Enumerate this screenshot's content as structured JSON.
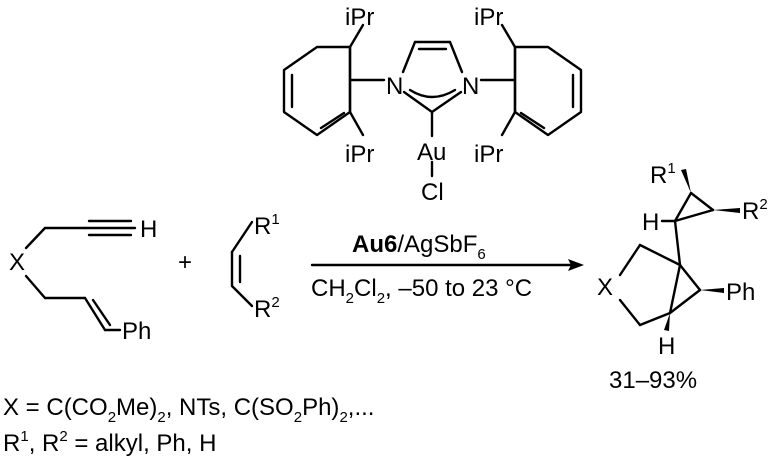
{
  "catalyst": {
    "ipr_top_left": "iPr",
    "ipr_top_right": "iPr",
    "ipr_bottom_left": "iPr",
    "ipr_bottom_right": "iPr",
    "n_left": "N",
    "n_right": "N",
    "metal": "Au",
    "halide": "Cl"
  },
  "reactant1": {
    "x_label": "X",
    "h_label": "H",
    "ph_label": "Ph"
  },
  "plus_sign": "+",
  "reactant2": {
    "r1_label": "R",
    "r1_sup": "1",
    "r2_label": "R",
    "r2_sup": "2"
  },
  "conditions": {
    "catalyst_bold": "Au6",
    "catalyst_rest": "/AgSbF",
    "catalyst_sub": "6",
    "solvent_pre": "CH",
    "solvent_sub1": "2",
    "solvent_mid": "Cl",
    "solvent_sub2": "2",
    "temperature": ", –50 to 23 °C"
  },
  "product": {
    "r1_label": "R",
    "r1_sup": "1",
    "r2_label": "R",
    "r2_sup": "2",
    "h_top": "H",
    "x_label": "X",
    "ph_label": "Ph",
    "h_bottom": "H",
    "yield": "31–93%"
  },
  "footnote": {
    "line1": {
      "a": "X = C(CO",
      "s1": "2",
      "b": "Me)",
      "s2": "2",
      "c": ", NTs, C(SO",
      "s3": "2",
      "d": "Ph)",
      "s4": "2",
      "e": ",..."
    },
    "line2": {
      "r1": "R",
      "r1_sup": "1",
      "mid": ", R",
      "r2_sup": "2",
      "rest": " = alkyl, Ph, H"
    }
  }
}
